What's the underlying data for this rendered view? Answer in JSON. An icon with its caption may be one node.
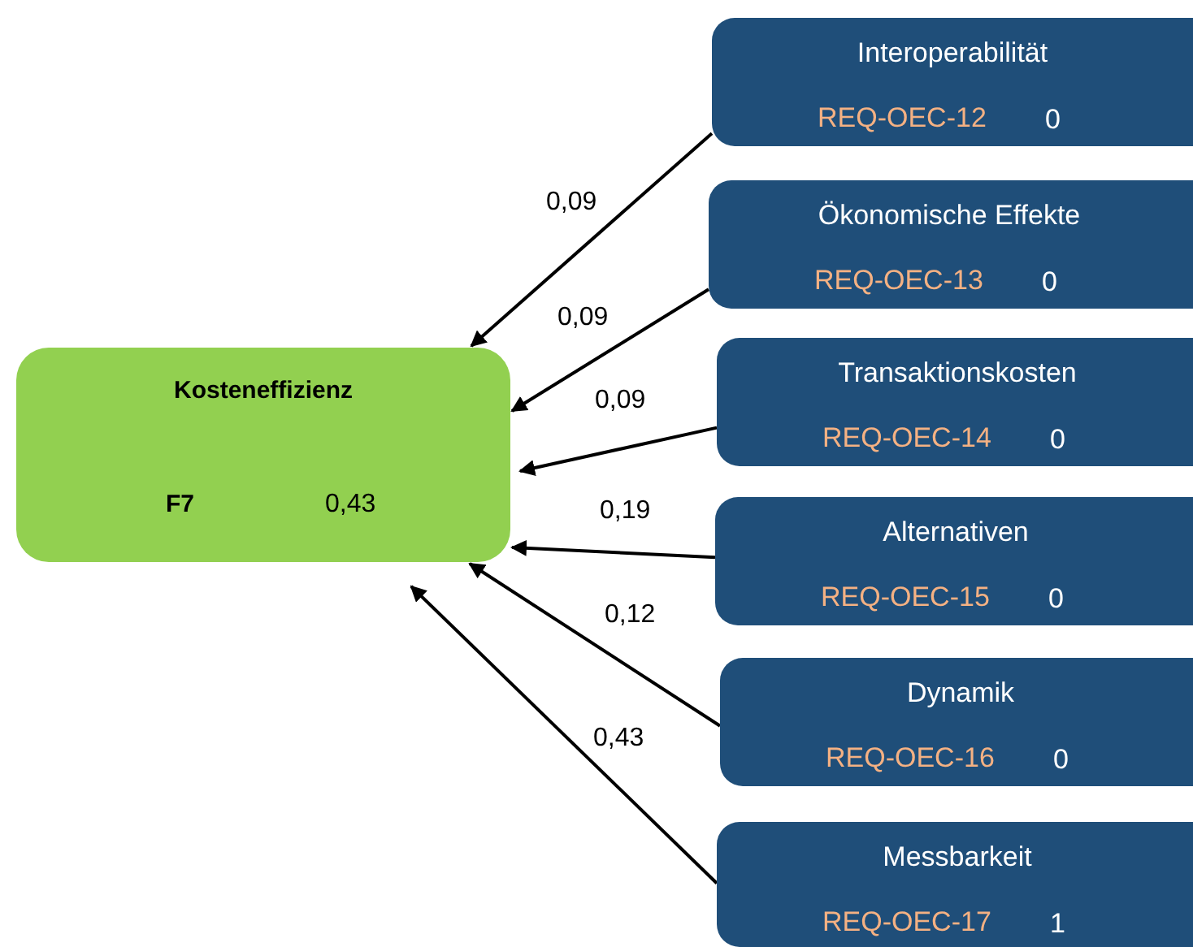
{
  "diagram": {
    "nodes": [
      {
        "text": [
          "Kosteneffizienz",
          "F7",
          "0,43"
        ]
      },
      {
        "text": [
          "Interoperabilität",
          "REQ-OEC-12",
          "0"
        ]
      },
      {
        "text": [
          "Ökonomische Effekte",
          "REQ-OEC-13",
          "0"
        ]
      },
      {
        "text": [
          "Transaktionskosten",
          "REQ-OEC-14",
          "0"
        ]
      },
      {
        "text": [
          "Alternativen",
          "REQ-OEC-15",
          "0"
        ]
      },
      {
        "text": [
          "Dynamik",
          "REQ-OEC-16",
          "0"
        ]
      },
      {
        "text": [
          "Messbarkeit",
          "REQ-OEC-17",
          "1"
        ]
      }
    ],
    "edges": [
      {
        "from": 1,
        "to": 0,
        "arrow": "to",
        "label": "0,09"
      },
      {
        "from": 2,
        "to": 0,
        "arrow": "to",
        "label": "0,09"
      },
      {
        "from": 3,
        "to": 0,
        "arrow": "to",
        "label": "0,09"
      },
      {
        "from": 4,
        "to": 0,
        "arrow": "to",
        "label": "0,19"
      },
      {
        "from": 5,
        "to": 0,
        "arrow": "to",
        "label": "0,12"
      },
      {
        "from": 6,
        "to": 0,
        "arrow": "to",
        "label": "0,43"
      }
    ]
  }
}
